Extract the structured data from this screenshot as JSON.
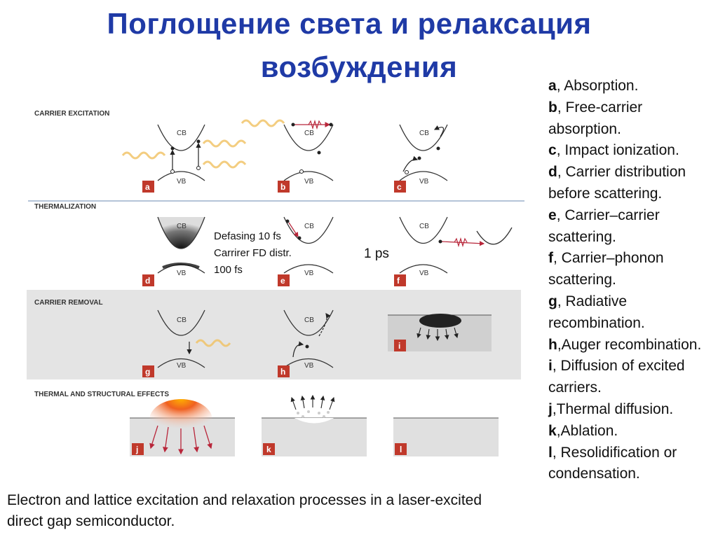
{
  "title": {
    "line1": "Поглощение света и релаксация",
    "line2": "возбуждения"
  },
  "sections": {
    "excitation": "CARRIER EXCITATION",
    "thermalization": "THERMALIZATION",
    "removal": "CARRIER REMOVAL",
    "thermal": "THERMAL AND STRUCTURAL EFFECTS"
  },
  "bands": {
    "cb": "CB",
    "vb": "VB"
  },
  "panel_letters": [
    "a",
    "b",
    "c",
    "d",
    "e",
    "f",
    "g",
    "h",
    "i",
    "j",
    "k",
    "l"
  ],
  "notes": {
    "defasing": "Defasing 10 fs",
    "carrirer": "Carrirer FD distr.",
    "fs100": "100 fs",
    "ps": "1 ps"
  },
  "legend": [
    {
      "key": "a",
      "text": ", Absorption."
    },
    {
      "key": "b",
      "text": ", Free-carrier absorption."
    },
    {
      "key": "c",
      "text": ", Impact ionization."
    },
    {
      "key": "d",
      "text": ", Carrier distribution before scattering."
    },
    {
      "key": "e",
      "text": ", Carrier–carrier scattering."
    },
    {
      "key": "f",
      "text": ", Carrier–phonon scattering."
    },
    {
      "key": "g",
      "text": ", Radiative recombination."
    },
    {
      "key": "h",
      "text": ",Auger recombination."
    },
    {
      "key": "i",
      "text": ", Diffusion of excited carriers."
    },
    {
      "key": "j",
      "text": ",Thermal diffusion."
    },
    {
      "key": "k",
      "text": ",Ablation."
    },
    {
      "key": "l",
      "text": ", Resolidification or condensation."
    }
  ],
  "caption": "Electron and lattice excitation and relaxation processes in a laser-excited  direct gap semiconductor.",
  "colors": {
    "title": "#1f3aa6",
    "badge": "#c0392b",
    "wave": "#f0c060",
    "phonon": "#b8263a",
    "panel_gray": "#e2e2e2"
  }
}
